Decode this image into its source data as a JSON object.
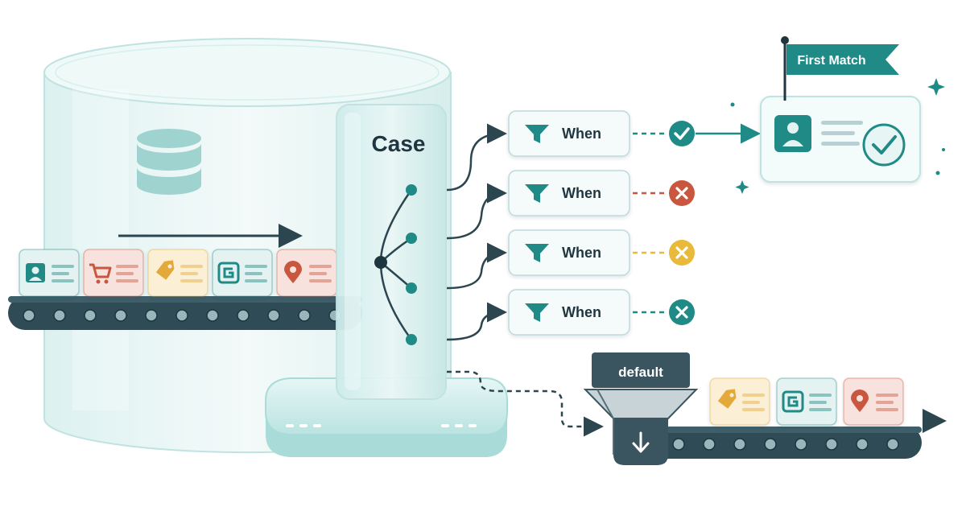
{
  "switch_label": "Case",
  "when_label": "When",
  "default_label": "default",
  "first_match_label": "First Match",
  "when_rows": [
    {
      "result": "match",
      "color": "#1f8a86"
    },
    {
      "result": "no-match",
      "color": "#c9573f"
    },
    {
      "result": "no-match",
      "color": "#e8b93a"
    },
    {
      "result": "no-match",
      "color": "#1f8a86"
    }
  ],
  "input_cards": [
    {
      "icon": "person-icon",
      "color": "#1f8a86",
      "tint": "#e4f2f1"
    },
    {
      "icon": "cart-icon",
      "color": "#c9573f",
      "tint": "#f7e2dd"
    },
    {
      "icon": "tag-icon",
      "color": "#e3a93a",
      "tint": "#fbf0d6"
    },
    {
      "icon": "g-logo-icon",
      "color": "#1f8a86",
      "tint": "#e4f2f1"
    },
    {
      "icon": "location-pin-icon",
      "color": "#c9573f",
      "tint": "#f7e2dd"
    }
  ],
  "output_cards": [
    {
      "icon": "tag-icon",
      "color": "#e3a93a",
      "tint": "#fbf0d6"
    },
    {
      "icon": "g-logo-icon",
      "color": "#1f8a86",
      "tint": "#e4f2f1"
    },
    {
      "icon": "location-pin-icon",
      "color": "#c9573f",
      "tint": "#f7e2dd"
    }
  ],
  "colors": {
    "teal": "#1f8a86",
    "dark": "#2c4650",
    "red": "#c9573f",
    "yellow": "#e8b93a",
    "glass": "#dff2f1"
  }
}
